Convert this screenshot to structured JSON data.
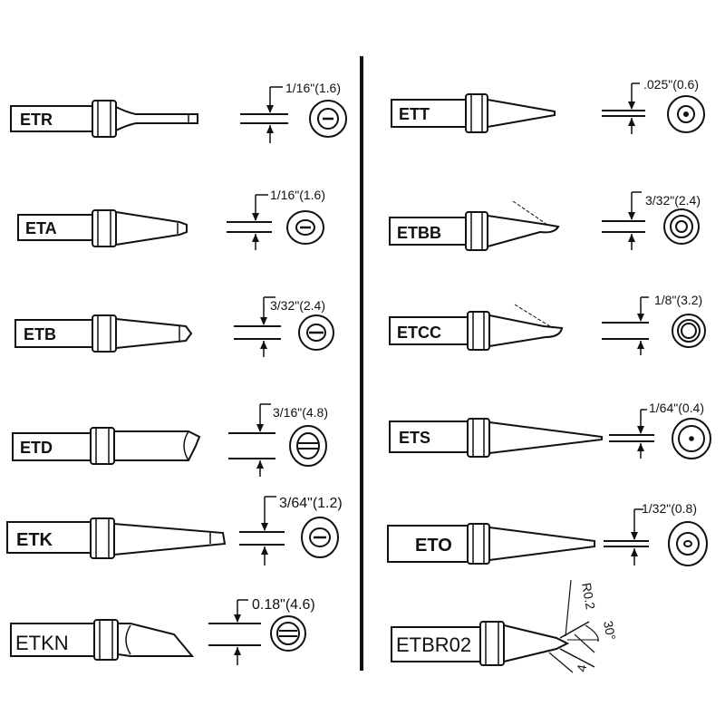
{
  "tips": {
    "ETR": {
      "label": "ETR",
      "dimension": "1/16\"(1.6)"
    },
    "ETA": {
      "label": "ETA",
      "dimension": "1/16\"(1.6)"
    },
    "ETB": {
      "label": "ETB",
      "dimension": "3/32\"(2.4)"
    },
    "ETD": {
      "label": "ETD",
      "dimension": "3/16\"(4.8)"
    },
    "ETK": {
      "label": "ETK",
      "dimension": "3/64\"(1.2)"
    },
    "ETKN": {
      "label": "ETKN",
      "dimension": "0.18\"(4.6)"
    },
    "ETT": {
      "label": "ETT",
      "dimension": ".025\"(0.6)"
    },
    "ETBB": {
      "label": "ETBB",
      "dimension": "3/32\"(2.4)"
    },
    "ETCC": {
      "label": "ETCC",
      "dimension": "1/8\"(3.2)"
    },
    "ETS": {
      "label": "ETS",
      "dimension": "1/64\"(0.4)"
    },
    "ETO": {
      "label": "ETO",
      "dimension": "1/32\"(0.8)"
    },
    "ETBR02": {
      "label": "ETBR02",
      "radius": "R0.2",
      "angle": "30°",
      "length": "4"
    }
  }
}
